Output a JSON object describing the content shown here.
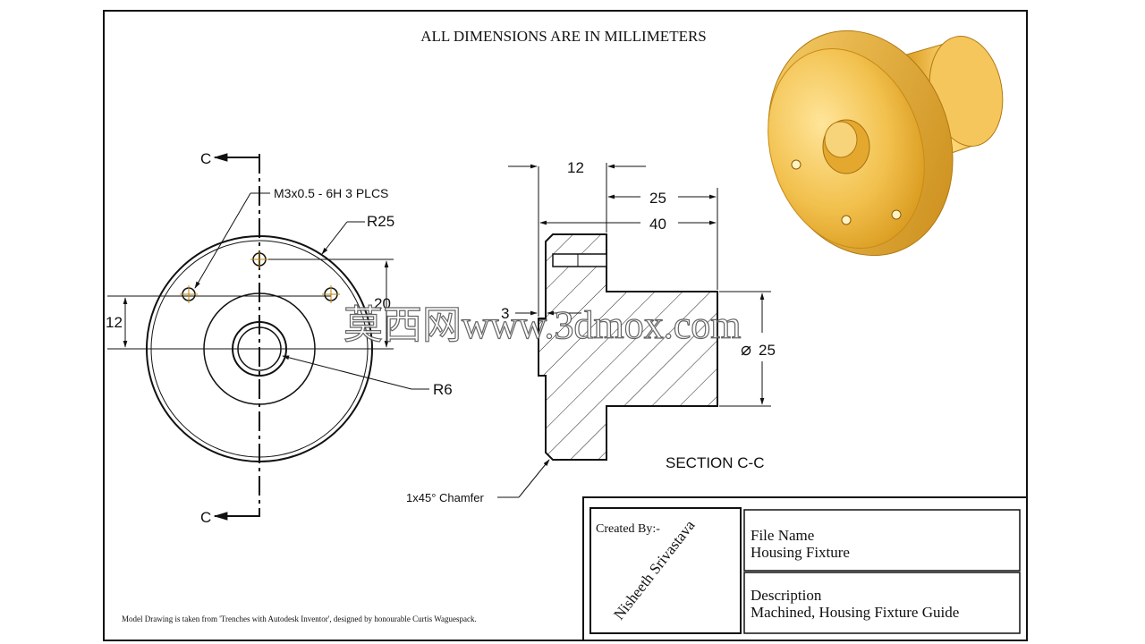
{
  "header": {
    "units_note": "ALL DIMENSIONS ARE IN MILLIMETERS"
  },
  "front_view": {
    "section_marks": [
      "C",
      "C"
    ],
    "thread_note": "M3x0.5 - 6H 3 PLCS",
    "outer_radius": "R25",
    "bore_radius": "R6",
    "hole_offset": "20",
    "hole_spacing": "12"
  },
  "section_view": {
    "flange_thickness": "12",
    "boss_length": "25",
    "overall_length": "40",
    "recess_depth": "3",
    "boss_diameter": "25",
    "diameter_symbol": "⌀",
    "chamfer_note": "1x45° Chamfer",
    "label": "SECTION C-C"
  },
  "title_block": {
    "created_by_label": "Created By:-",
    "author": "Nisheeth Srivastava",
    "file_name_label": "File Name",
    "file_name": "Housing Fixture",
    "description_label": "Description",
    "description": "Machined, Housing Fixture Guide"
  },
  "credit": "Model Drawing is taken from 'Trenches with Autodesk Inventor', designed by honourable Curtis Waguespack.",
  "watermark": "莫西网www.3dmox.com",
  "colors": {
    "model_main": "#f2c14e",
    "model_shadow": "#d99a1e",
    "model_highlight": "#ffe59a",
    "hatch": "#222222",
    "hole_center": "#b8860b"
  }
}
